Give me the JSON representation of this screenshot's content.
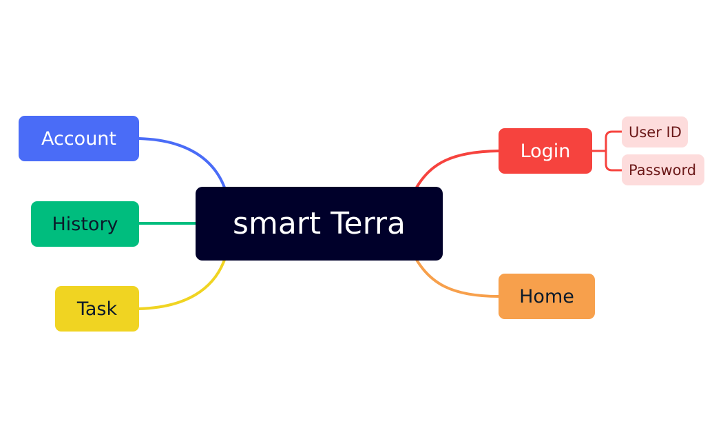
{
  "root": {
    "label": "smart Terra",
    "color": "#00002a"
  },
  "branches": {
    "account": {
      "label": "Account",
      "color": "#4a6cf7"
    },
    "history": {
      "label": "History",
      "color": "#00bd7e"
    },
    "task": {
      "label": "Task",
      "color": "#f0d422"
    },
    "login": {
      "label": "Login",
      "color": "#f6433e",
      "children": {
        "user_id": {
          "label": "User ID"
        },
        "password": {
          "label": "Password"
        }
      },
      "child_color": "#fddcdc"
    },
    "home": {
      "label": "Home",
      "color": "#f7a04c"
    }
  }
}
